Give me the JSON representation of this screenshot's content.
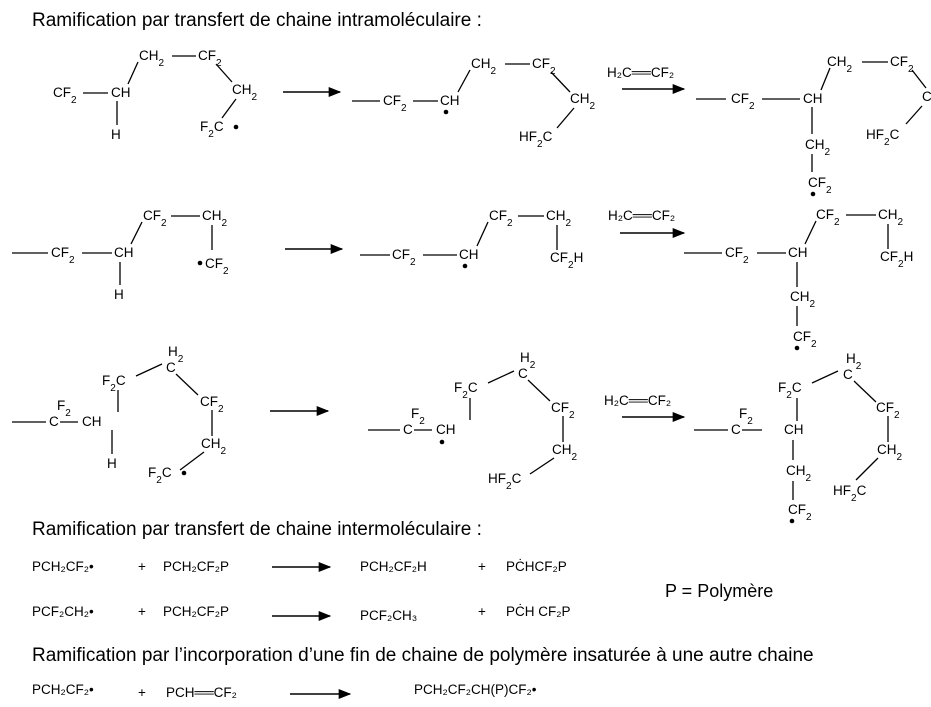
{
  "headings": {
    "intra": "Ramification par transfert de chaine intramoléculaire :",
    "inter": "Ramification par transfert de chaine intermoléculaire :",
    "incorp": "Ramification par l’incorporation d’une fin de chaine de polymère insaturée à une autre chaine"
  },
  "labels": {
    "CF2": "CF",
    "CH2": "CH",
    "CH": "CH",
    "H": "H",
    "C": "C",
    "F2": "F",
    "H2": "H",
    "F2C": "F",
    "HF2C": "HF",
    "CF2H": "CF",
    "sub2": "2",
    "monomer": "H₂C══CF₂"
  },
  "reaction_lines": {
    "r1": {
      "a": "PCH₂CF₂•",
      "b": "PCH₂CF₂P",
      "c": "PCH₂CF₂H",
      "d": "PĊHCF₂P"
    },
    "r2": {
      "a": "PCF₂CH₂•",
      "b": "PCH₂CF₂P",
      "c": "PCF₂CH₃",
      "d": "PĊH CF₂P"
    },
    "r3": {
      "a": "PCH₂CF₂•",
      "b": "PCH══CF₂",
      "c": "PCH₂CF₂CH(P)CF₂•"
    },
    "plus": "+"
  },
  "legend": "P = Polymère"
}
